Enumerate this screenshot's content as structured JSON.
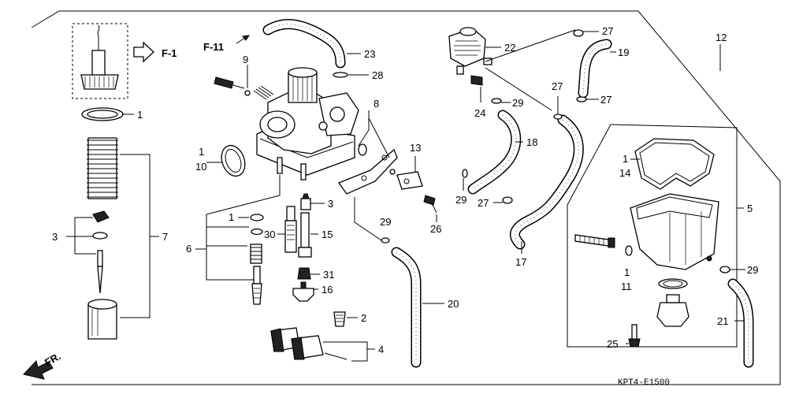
{
  "callouts": {
    "c1_left": "1",
    "c7": "7",
    "c3_left": "3",
    "c6": "6",
    "c9": "9",
    "c10_1": "1",
    "c10": "10",
    "c1_mid": "1",
    "c30": "30",
    "c3_mid": "3",
    "c15": "15",
    "c31": "31",
    "c16": "16",
    "c2": "2",
    "c4": "4",
    "c23": "23",
    "c28": "28",
    "c8": "8",
    "c13": "13",
    "c26": "26",
    "c29_mid": "29",
    "c20": "20",
    "c22": "22",
    "c24": "24",
    "c29_upper": "29",
    "c18": "18",
    "c29_hose": "29",
    "c27_mid": "27",
    "c17": "17",
    "c27_top": "27",
    "c19": "19",
    "c27_b": "27",
    "c27_right": "27",
    "c12": "12",
    "c14_1": "1",
    "c14": "14",
    "c5": "5",
    "c11_1": "1",
    "c11": "11",
    "c29_right": "29",
    "c21": "21",
    "c25": "25"
  },
  "refs": {
    "f1": "F-1",
    "f11": "F-11",
    "front": "FR."
  },
  "drawing_code": "KPT4-E1500"
}
